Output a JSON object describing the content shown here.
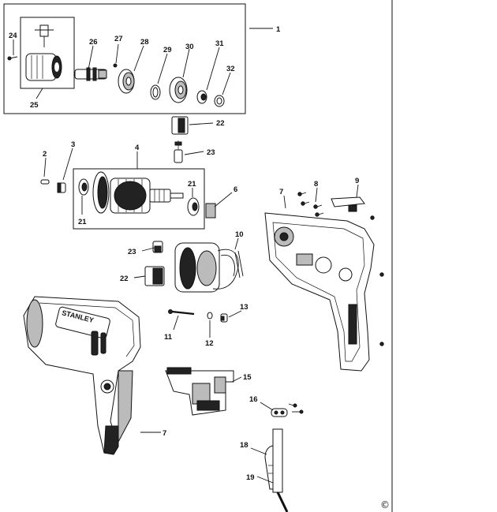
{
  "labels": {
    "p1": "1",
    "p2": "2",
    "p3": "3",
    "p4": "4",
    "p6": "6",
    "p7a": "7",
    "p7b": "7",
    "p8": "8",
    "p9": "9",
    "p10": "10",
    "p11": "11",
    "p12": "12",
    "p13": "13",
    "p15": "15",
    "p16": "16",
    "p18": "18",
    "p19": "19",
    "p21a": "21",
    "p21b": "21",
    "p22a": "22",
    "p22b": "22",
    "p23a": "23",
    "p23b": "23",
    "p24": "24",
    "p25": "25",
    "p26": "26",
    "p27": "27",
    "p28": "28",
    "p29": "29",
    "p30": "30",
    "p31": "31",
    "p32": "32"
  },
  "brand_text": "STANLEY",
  "copyright": "©"
}
